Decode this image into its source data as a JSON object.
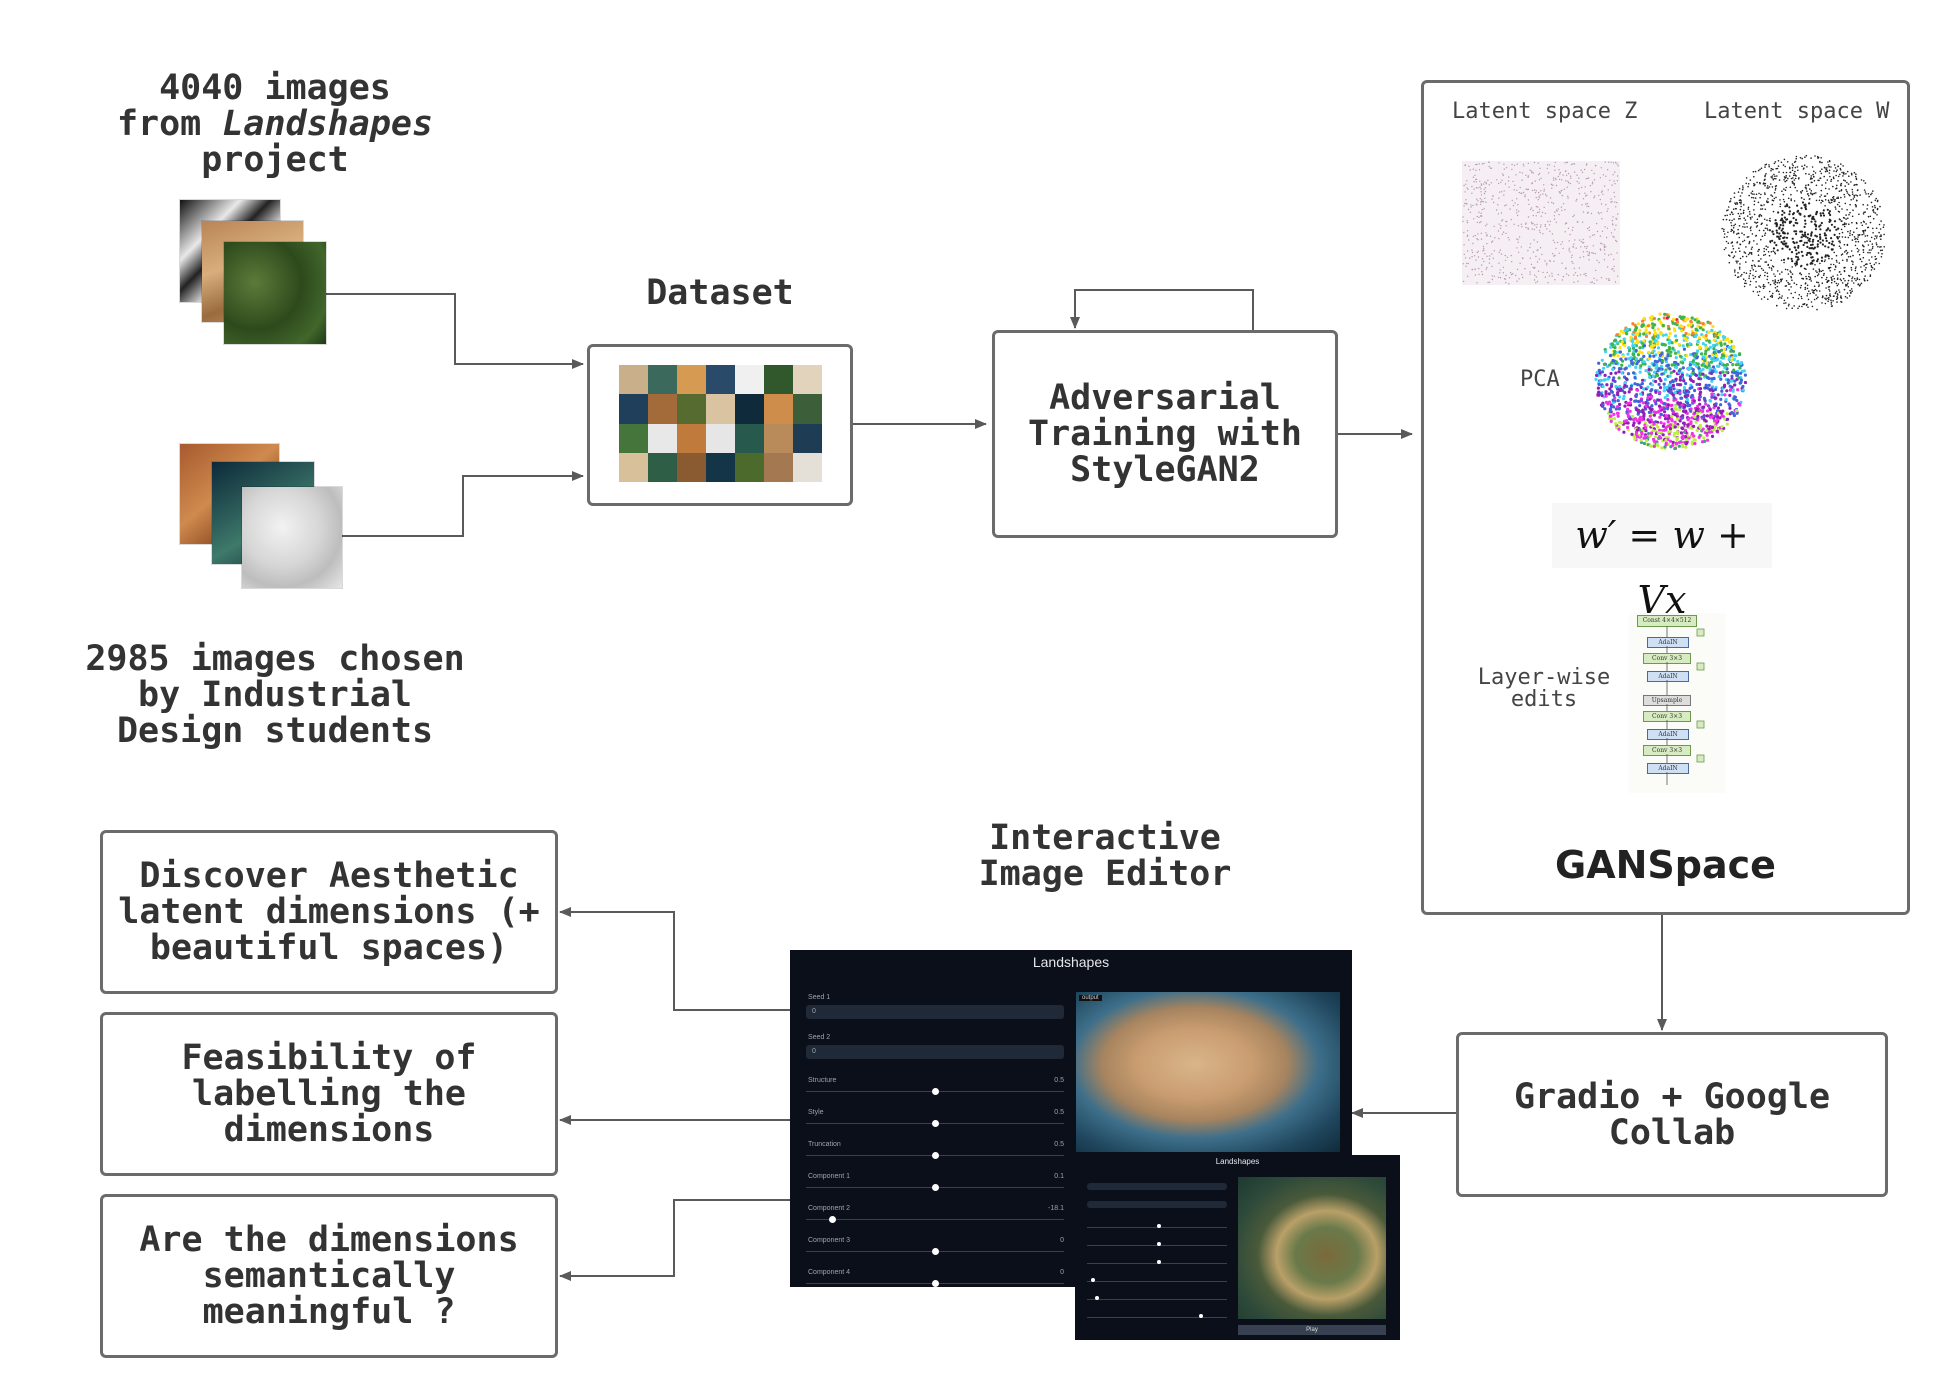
{
  "source1": {
    "line1": "4040 images",
    "line2_prefix": "from ",
    "line2_italic": "Landshapes",
    "line3": "project"
  },
  "source2": {
    "text": "2985 images chosen\nby Industrial\nDesign students"
  },
  "dataset": {
    "title": "Dataset"
  },
  "training": {
    "text": "Adversarial\nTraining with\nStyleGAN2"
  },
  "ganspace": {
    "latent_z": "Latent space Z",
    "latent_w": "Latent space W",
    "pca": "PCA",
    "equation": "w′ = w + Vx",
    "layerwise": "Layer-wise\nedits",
    "title": "GANSpace",
    "arch_labels": [
      "Const 4×4×512",
      "AdaIN",
      "Conv 3×3",
      "AdaIN",
      "Upsample",
      "Conv 3×3",
      "AdaIN",
      "Conv 3×3",
      "AdaIN"
    ]
  },
  "gradio_box": {
    "text": "Gradio + Google\nCollab"
  },
  "editor": {
    "title": "Interactive\nImage Editor",
    "app_title": "Landshapes",
    "fields": [
      {
        "label": "Seed 1",
        "value": "0"
      },
      {
        "label": "Seed 2",
        "value": "0"
      }
    ],
    "sliders": [
      {
        "label": "Structure",
        "value": "0.5",
        "level": 0.5
      },
      {
        "label": "Style",
        "value": "0.5",
        "level": 0.5
      },
      {
        "label": "Truncation",
        "value": "0.5",
        "level": 0.5
      },
      {
        "label": "Component 1",
        "value": "0.1",
        "level": 0.5
      },
      {
        "label": "Component 2",
        "value": "-18.1",
        "level": 0.1
      },
      {
        "label": "Component 3",
        "value": "0",
        "level": 0.5
      },
      {
        "label": "Component 4",
        "value": "0",
        "level": 0.5
      }
    ],
    "image_tag": "output",
    "app2_title": "Landshapes",
    "app2_button": "Play"
  },
  "outcomes": [
    {
      "text": "Discover Aesthetic\nlatent dimensions (+\nbeautiful spaces)"
    },
    {
      "text": "Feasibility of\nlabelling the\ndimensions"
    },
    {
      "text": "Are the dimensions\nsemantically\nmeaningful ?"
    }
  ],
  "colors": {
    "border": "#6b6b6b",
    "arrow": "#5a5a5a",
    "panel_bg": "#0b0f19"
  }
}
